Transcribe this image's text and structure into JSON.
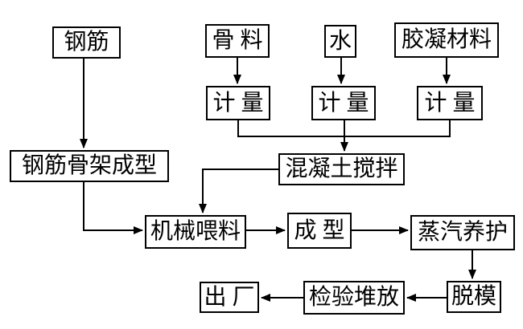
{
  "diagram": {
    "type": "flowchart",
    "colors": {
      "line": "#000000",
      "box_border": "#000000",
      "background": "#ffffff",
      "text": "#000000"
    },
    "nodes": {
      "rebar": {
        "label": "钢筋"
      },
      "aggregate": {
        "label": "骨 料"
      },
      "water": {
        "label": "水"
      },
      "cementing_material": {
        "label": "胶凝材料"
      },
      "metering_aggregate": {
        "label": "计 量"
      },
      "metering_water": {
        "label": "计 量"
      },
      "metering_cementing": {
        "label": "计 量"
      },
      "rebar_skeleton_forming": {
        "label": "钢筋骨架成型"
      },
      "concrete_mixing": {
        "label": "混凝土搅拌"
      },
      "mechanical_feeding": {
        "label": "机械喂料"
      },
      "forming": {
        "label": "成 型"
      },
      "steam_curing": {
        "label": "蒸汽养护"
      },
      "demolding": {
        "label": "脱模"
      },
      "inspection_stacking": {
        "label": "检验堆放"
      },
      "leave_factory": {
        "label": "出 厂"
      }
    },
    "edges": [
      {
        "from": "rebar",
        "to": "rebar_skeleton_forming"
      },
      {
        "from": "aggregate",
        "to": "metering_aggregate"
      },
      {
        "from": "water",
        "to": "metering_water"
      },
      {
        "from": "cementing_material",
        "to": "metering_cementing"
      },
      {
        "from": "metering_aggregate",
        "to": "concrete_mixing"
      },
      {
        "from": "metering_water",
        "to": "concrete_mixing"
      },
      {
        "from": "metering_cementing",
        "to": "concrete_mixing"
      },
      {
        "from": "concrete_mixing",
        "to": "mechanical_feeding"
      },
      {
        "from": "rebar_skeleton_forming",
        "to": "mechanical_feeding"
      },
      {
        "from": "mechanical_feeding",
        "to": "forming"
      },
      {
        "from": "forming",
        "to": "steam_curing"
      },
      {
        "from": "steam_curing",
        "to": "demolding"
      },
      {
        "from": "demolding",
        "to": "inspection_stacking"
      },
      {
        "from": "inspection_stacking",
        "to": "leave_factory"
      }
    ]
  }
}
